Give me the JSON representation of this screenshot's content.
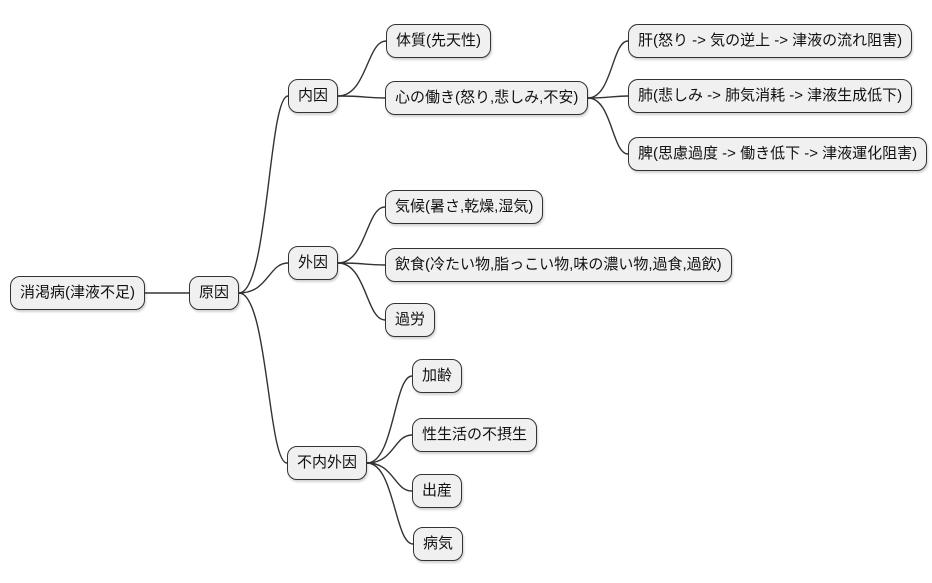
{
  "diagram": {
    "type": "mindmap",
    "orientation": "left-to-right",
    "root_label": "消渇病(津液不足)"
  },
  "colors": {
    "background": "#ffffff",
    "node_fill": "#f0f0f0",
    "node_border": "#333333",
    "edge": "#333333"
  },
  "nodes": {
    "root": {
      "label": "消渇病(津液不足)"
    },
    "cause": {
      "label": "原因"
    },
    "internal": {
      "label": "内因"
    },
    "constitution": {
      "label": "体質(先天性)"
    },
    "emotions": {
      "label": "心の働き(怒り,悲しみ,不安)"
    },
    "liver": {
      "label": "肝(怒り -> 気の逆上 -> 津液の流れ阻害)"
    },
    "lung": {
      "label": "肺(悲しみ -> 肺気消耗 -> 津液生成低下)"
    },
    "spleen": {
      "label": "脾(思慮過度 -> 働き低下 -> 津液運化阻害)"
    },
    "external": {
      "label": "外因"
    },
    "climate": {
      "label": "気候(暑さ,乾燥,湿気)"
    },
    "diet": {
      "label": "飲食(冷たい物,脂っこい物,味の濃い物,過食,過飲)"
    },
    "overwork": {
      "label": "過労"
    },
    "neither": {
      "label": "不内外因"
    },
    "aging": {
      "label": "加齢"
    },
    "sexual_habits": {
      "label": "性生活の不摂生"
    },
    "childbirth": {
      "label": "出産"
    },
    "illness": {
      "label": "病気"
    }
  },
  "edges": [
    [
      "root",
      "cause"
    ],
    [
      "cause",
      "internal"
    ],
    [
      "cause",
      "external"
    ],
    [
      "cause",
      "neither"
    ],
    [
      "internal",
      "constitution"
    ],
    [
      "internal",
      "emotions"
    ],
    [
      "emotions",
      "liver"
    ],
    [
      "emotions",
      "lung"
    ],
    [
      "emotions",
      "spleen"
    ],
    [
      "external",
      "climate"
    ],
    [
      "external",
      "diet"
    ],
    [
      "external",
      "overwork"
    ],
    [
      "neither",
      "aging"
    ],
    [
      "neither",
      "sexual_habits"
    ],
    [
      "neither",
      "childbirth"
    ],
    [
      "neither",
      "illness"
    ]
  ]
}
